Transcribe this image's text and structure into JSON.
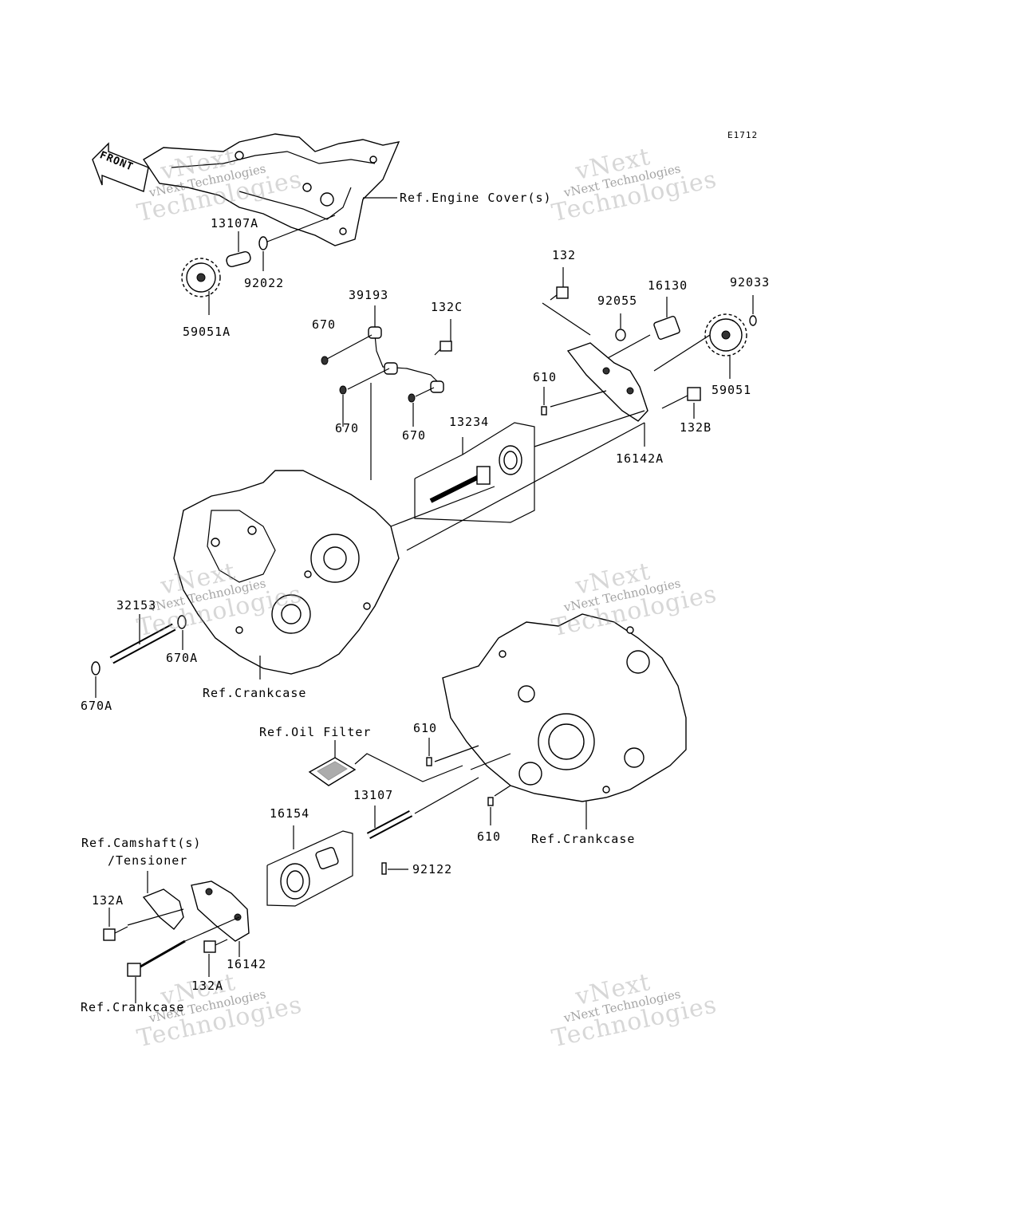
{
  "diagram_code": "E1712",
  "front_label": "FRONT",
  "watermarks": [
    {
      "line1": "vNext",
      "line2": "vNext Technologies",
      "line3": "Technologies"
    },
    {
      "line1": "vNext",
      "line2": "vNext Technologies",
      "line3": "Technologies"
    },
    {
      "line1": "vNext",
      "line2": "vNext Technologies",
      "line3": "Technologies"
    },
    {
      "line1": "vNext",
      "line2": "vNext Technologies",
      "line3": "Technologies"
    },
    {
      "line1": "vNext",
      "line2": "vNext Technologies",
      "line3": "Technologies"
    },
    {
      "line1": "vNext",
      "line2": "vNext Technologies",
      "line3": "Technologies"
    }
  ],
  "references": {
    "engine_cover": "Ref.Engine Cover(s)",
    "crankcase_upper": "Ref.Crankcase",
    "oil_filter": "Ref.Oil Filter",
    "crankcase_right": "Ref.Crankcase",
    "camshaft_line1": "Ref.Camshaft(s)",
    "camshaft_line2": "/Tensioner",
    "crankcase_lower": "Ref.Crankcase"
  },
  "parts": {
    "p13107A": "13107A",
    "p92022": "92022",
    "p59051A": "59051A",
    "p39193": "39193",
    "p670_a": "670",
    "p132C": "132C",
    "p670_b": "670",
    "p670_c": "670",
    "p132": "132",
    "p16130": "16130",
    "p92033": "92033",
    "p92055": "92055",
    "p610_a": "610",
    "p59051": "59051",
    "p132B": "132B",
    "p16142A": "16142A",
    "p13234": "13234",
    "p32153": "32153",
    "p670A_a": "670A",
    "p670A_b": "670A",
    "p610_b": "610",
    "p13107": "13107",
    "p16154": "16154",
    "p610_c": "610",
    "p92122": "92122",
    "p132A_a": "132A",
    "p16142": "16142",
    "p132A_b": "132A"
  }
}
